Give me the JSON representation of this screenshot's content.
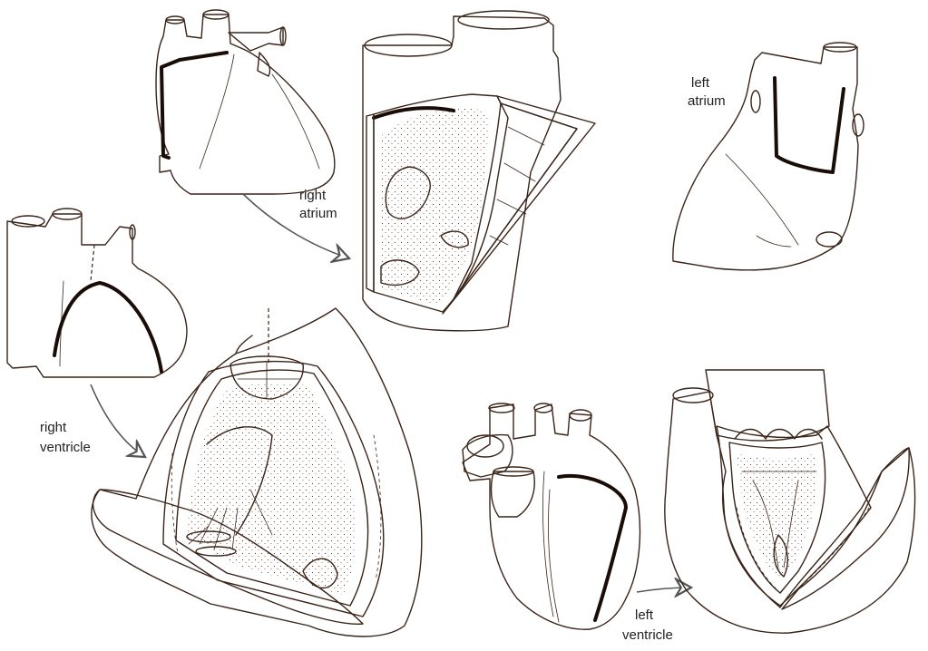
{
  "labels": {
    "right_atrium_line1": "right",
    "right_atrium_line2": "atrium",
    "left_atrium_line1": "left",
    "left_atrium_line2": "atrium",
    "right_ventricle_line1": "right",
    "right_ventricle_line2": "ventricle",
    "left_ventricle_line1": "left",
    "left_ventricle_line2": "ventricle"
  },
  "colors": {
    "heart_surface": "#f4a07f",
    "chamber_interior": "#fbd3c2",
    "wall_section": "#c9a080",
    "vessel_lumen": "#cf7350",
    "dark_opening": "#0d0705",
    "incision_line": "#1a0c06"
  }
}
